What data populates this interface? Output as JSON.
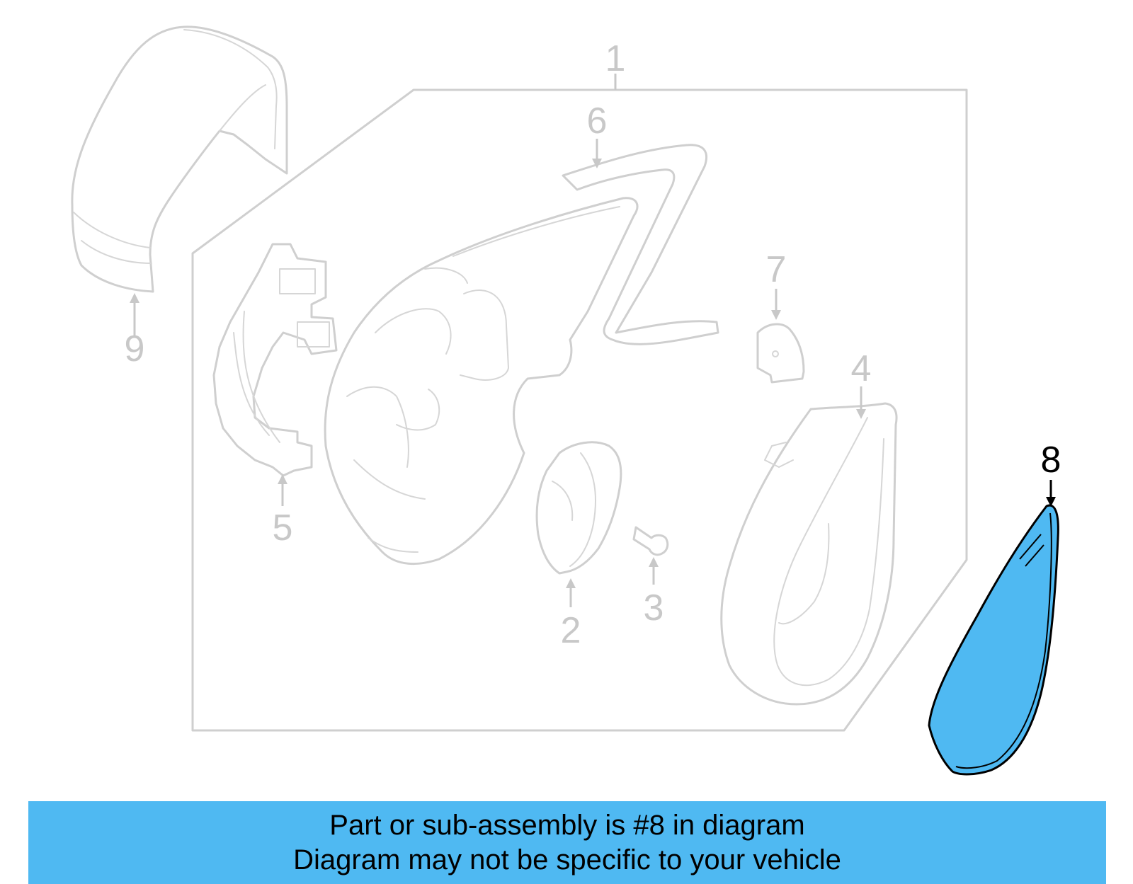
{
  "diagram": {
    "callouts": {
      "c1": "1",
      "c2": "2",
      "c3": "3",
      "c4": "4",
      "c5": "5",
      "c6": "6",
      "c7": "7",
      "c8": "8",
      "c9": "9"
    },
    "highlight_part": "8",
    "highlight_color": "#4fb9f2",
    "outline_color": "#cfcfcf"
  },
  "banner": {
    "line1": "Part or sub-assembly is #8 in diagram",
    "line2": "Diagram may not be specific to your vehicle",
    "color": "#4fb9f2"
  }
}
